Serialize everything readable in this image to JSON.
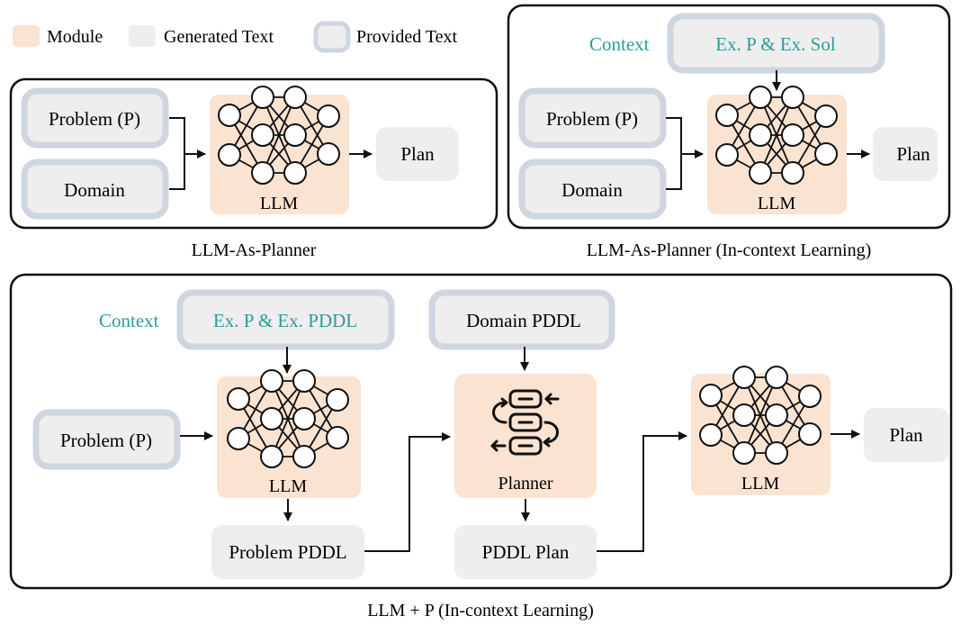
{
  "legend": {
    "module": "Module",
    "generated": "Generated Text",
    "provided": "Provided Text"
  },
  "colors": {
    "module_fill": "#fbe3d2",
    "generated_fill": "#eeeeee",
    "provided_border": "#cfd6e0",
    "context_text": "#2a9d9d",
    "frame_stroke": "#111111"
  },
  "panel_a": {
    "caption": "LLM-As-Planner",
    "problem": "Problem (P)",
    "domain": "Domain",
    "module": "LLM",
    "plan": "Plan"
  },
  "panel_b": {
    "caption": "LLM-As-Planner (In-context Learning)",
    "context_label": "Context",
    "context_box": "Ex. P & Ex. Sol",
    "problem": "Problem (P)",
    "domain": "Domain",
    "module": "LLM",
    "plan": "Plan"
  },
  "panel_c": {
    "caption": "LLM + P (In-context Learning)",
    "context_label": "Context",
    "context_box": "Ex. P & Ex. PDDL",
    "domain_pddl": "Domain PDDL",
    "problem": "Problem (P)",
    "module_llm1": "LLM",
    "problem_pddl": "Problem PDDL",
    "planner": "Planner",
    "pddl_plan": "PDDL Plan",
    "module_llm2": "LLM",
    "plan": "Plan"
  }
}
